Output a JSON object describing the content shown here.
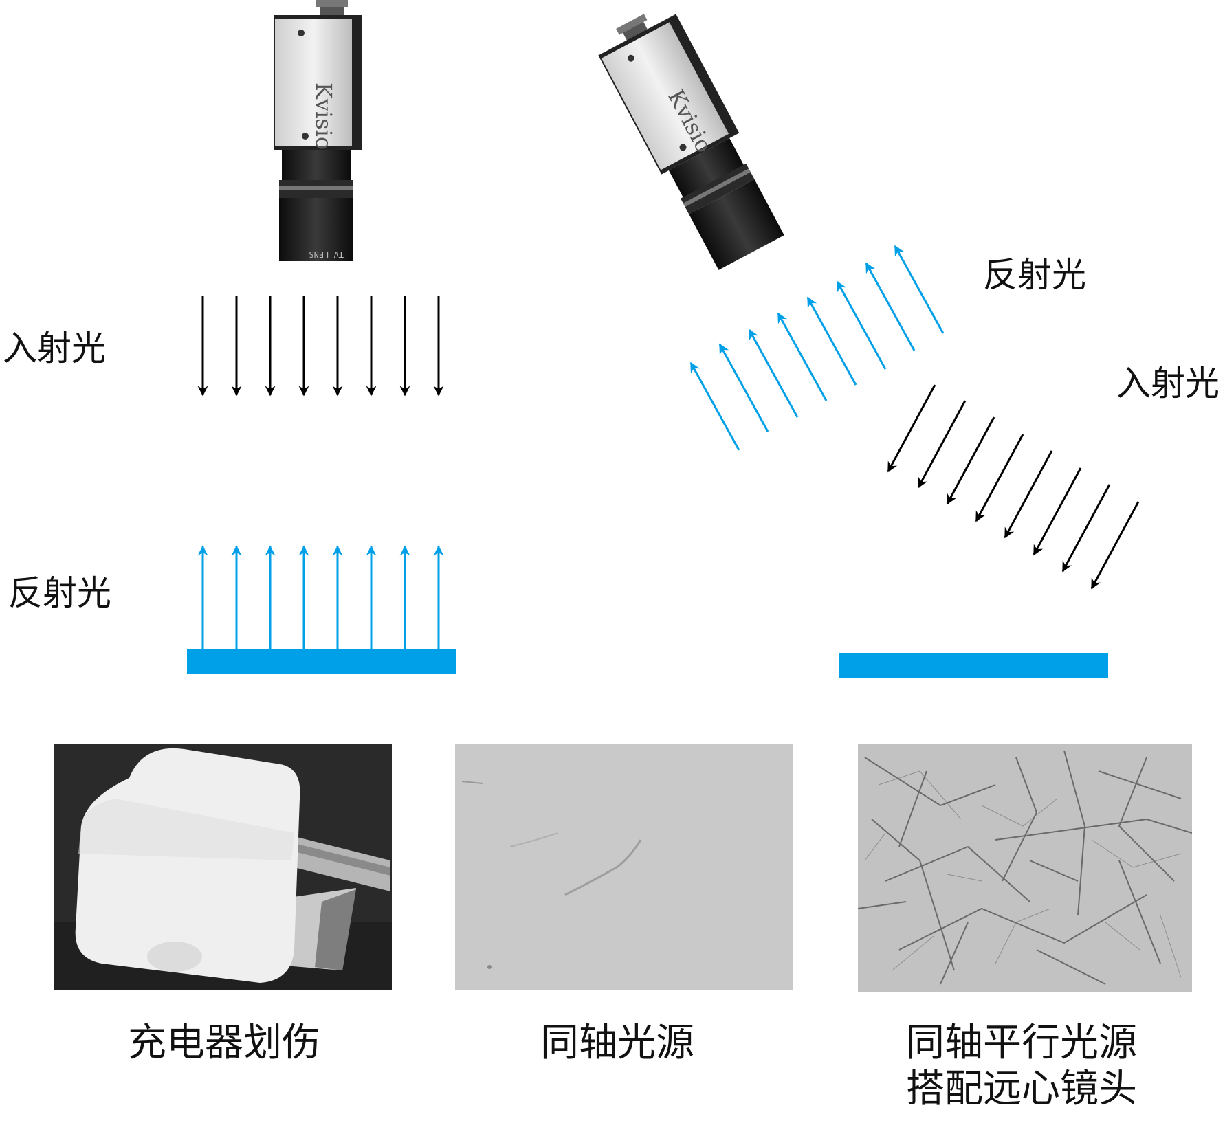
{
  "camera_brand": "Kvision",
  "lens_text": "TV LENS",
  "left_diagram": {
    "incident_label": "入射光",
    "reflected_label": "反射光"
  },
  "right_diagram": {
    "reflected_label": "反射光",
    "incident_label": "入射光"
  },
  "photos": [
    {
      "caption": "充电器划伤"
    },
    {
      "caption": "同轴光源"
    },
    {
      "caption_line1": "同轴平行光源",
      "caption_line2": "搭配远心镜头"
    }
  ],
  "colors": {
    "incident_arrow": "#000000",
    "reflected_arrow": "#00a0e9",
    "surface": "#00a0e9",
    "camera_body": "#e8e8e8",
    "lens": "#1a1a1a"
  }
}
